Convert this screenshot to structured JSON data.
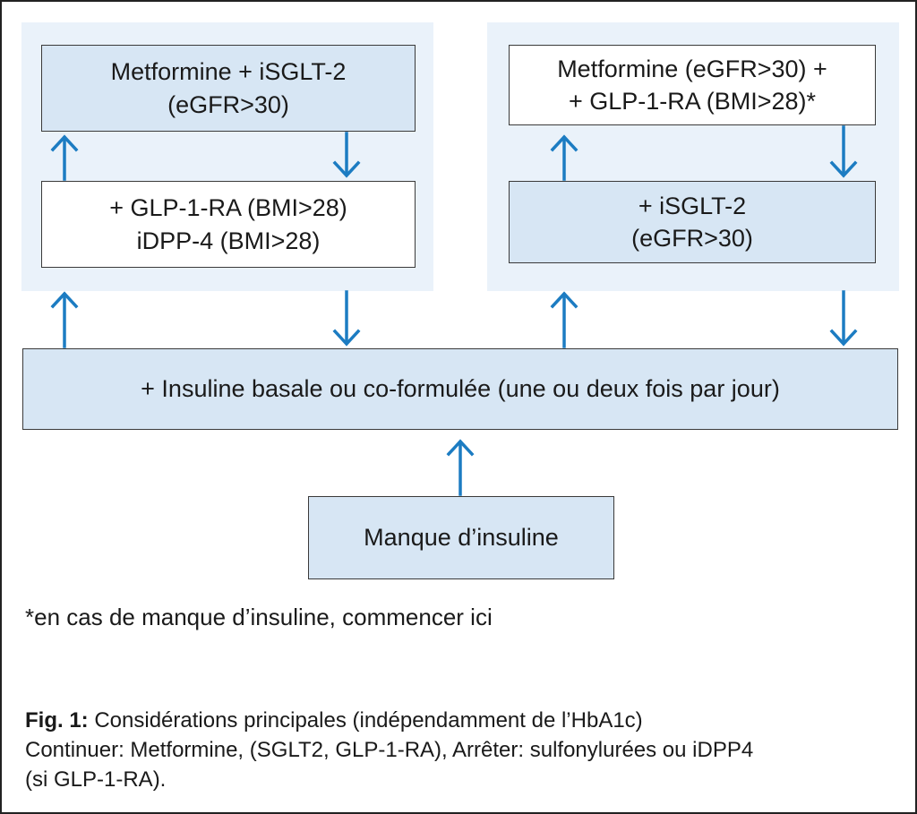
{
  "diagram": {
    "left_top_box": {
      "lines": [
        "Metformine + iSGLT-2",
        "(eGFR>30)"
      ]
    },
    "left_bottom_box": {
      "lines": [
        "+ GLP-1-RA (BMI>28)",
        "iDPP-4 (BMI>28)"
      ]
    },
    "right_top_box": {
      "lines": [
        "Metformine (eGFR>30) +",
        "+ GLP-1-RA (BMI>28)*"
      ]
    },
    "right_bottom_box": {
      "lines": [
        "+ iSGLT-2",
        "(eGFR>30)"
      ]
    },
    "insulin_box": {
      "label": "+ Insuline basale ou co-formulée (une ou deux fois par jour)"
    },
    "deficiency_box": {
      "label": "Manque d’insuline"
    }
  },
  "note": "*en cas de manque d’insuline, commencer ici",
  "caption": {
    "label": "Fig. 1:",
    "line1": " Considérations principales (indépendamment de l’HbA1c)",
    "line2": "Continuer: Metformine, (SGLT2, GLP-1-RA), Arrêter: sulfonylurées ou iDPP4",
    "line3": "(si GLP-1-RA)."
  },
  "colors": {
    "arrow": "#1c7cc2",
    "panel": "#eaf2fa",
    "box_blue": "#d7e6f4",
    "box_white": "#ffffff",
    "border": "#222222"
  }
}
